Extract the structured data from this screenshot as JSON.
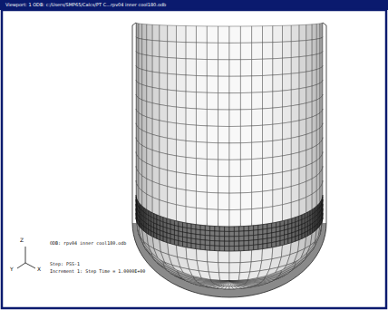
{
  "diagram": {
    "title": "Viewport: 1   ODB: c:/Users/SMP65/Calcs/PT C...rpv04 inner cool180.odb",
    "labels": [
      "ODB: rpv04 inner cool180.odb",
      "Step: PSS-1",
      "Increment      1: Step Time =    1.0000E+00",
      "Z",
      "Y",
      "X"
    ]
  }
}
